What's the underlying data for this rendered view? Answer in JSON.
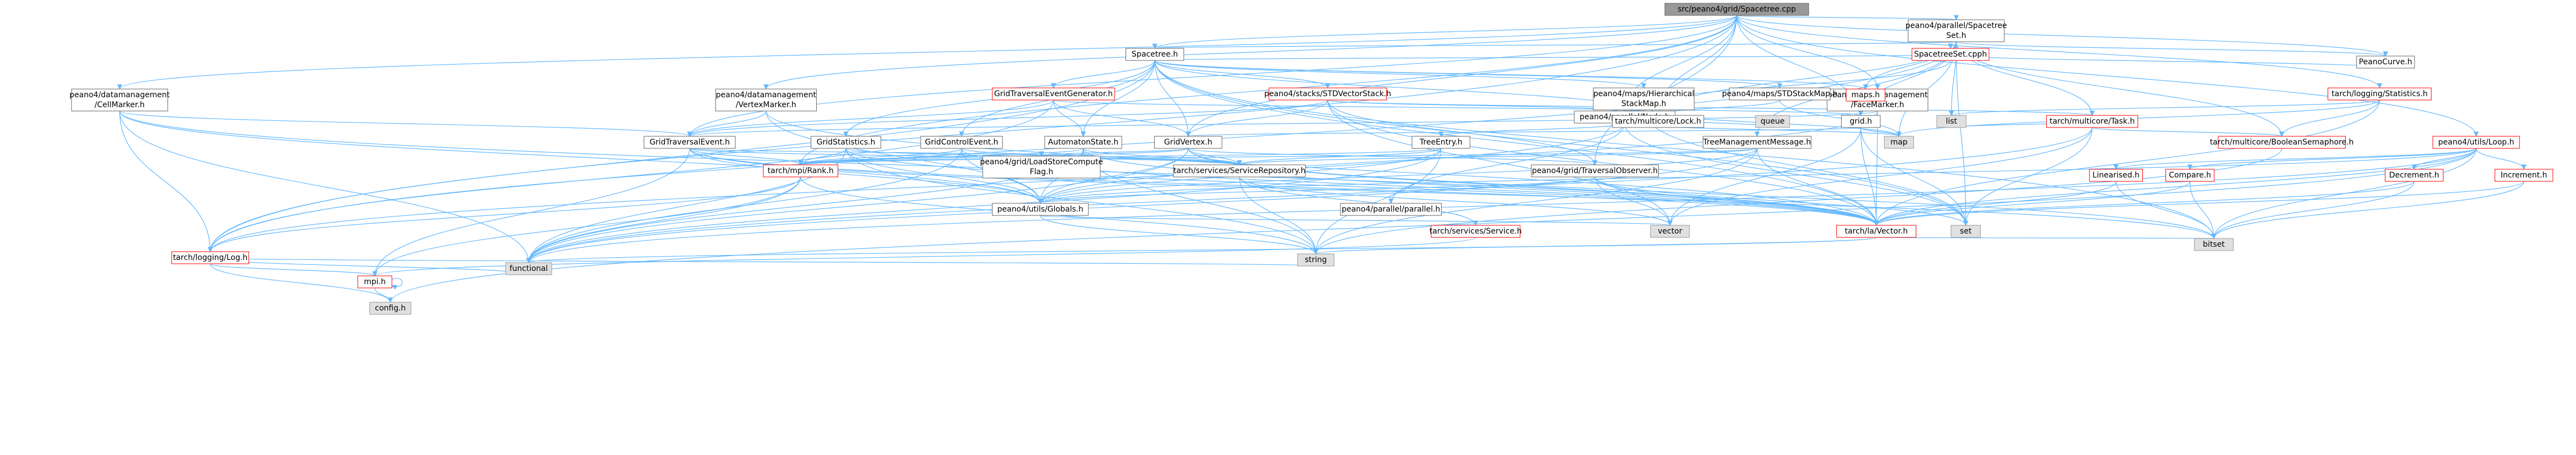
{
  "graph": {
    "root": "src/peano4/grid/Spacetree.cpp",
    "nodes": [
      {
        "id": "root",
        "lines": [
          "src/peano4/grid/Spacetree.cpp"
        ],
        "style": "root"
      },
      {
        "id": "pst_set",
        "lines": [
          "peano4/parallel/Spacetree",
          "Set.h"
        ],
        "style": "white"
      },
      {
        "id": "spacetree_h",
        "lines": [
          "Spacetree.h"
        ],
        "style": "white"
      },
      {
        "id": "stset_cpph",
        "lines": [
          "SpacetreeSet.cpph"
        ],
        "style": "red"
      },
      {
        "id": "peanocurve",
        "lines": [
          "PeanoCurve.h"
        ],
        "style": "white"
      },
      {
        "id": "cellmarker",
        "lines": [
          "peano4/datamanagement",
          "/CellMarker.h"
        ],
        "style": "white"
      },
      {
        "id": "vertexmarker",
        "lines": [
          "peano4/datamanagement",
          "/VertexMarker.h"
        ],
        "style": "white"
      },
      {
        "id": "facemarker",
        "lines": [
          "peano4/datamanagement",
          "/FaceMarker.h"
        ],
        "style": "white"
      },
      {
        "id": "gtegen",
        "lines": [
          "GridTraversalEventGenerator.h"
        ],
        "style": "red"
      },
      {
        "id": "stdvecstack",
        "lines": [
          "peano4/stacks/STDVectorStack.h"
        ],
        "style": "red"
      },
      {
        "id": "hierstack",
        "lines": [
          "peano4/maps/Hierarchical",
          "StackMap.h"
        ],
        "style": "white"
      },
      {
        "id": "stdstackmap",
        "lines": [
          "peano4/maps/STDStackMap.h"
        ],
        "style": "white"
      },
      {
        "id": "tarch_stats",
        "lines": [
          "tarch/logging/Statistics.h"
        ],
        "style": "red"
      },
      {
        "id": "gridstats",
        "lines": [
          "GridStatistics.h"
        ],
        "style": "white"
      },
      {
        "id": "gridctrl",
        "lines": [
          "GridControlEvent.h"
        ],
        "style": "white"
      },
      {
        "id": "automaton",
        "lines": [
          "AutomatonState.h"
        ],
        "style": "white"
      },
      {
        "id": "gridtravevent",
        "lines": [
          "GridTraversalEvent.h"
        ],
        "style": "white"
      },
      {
        "id": "gridvertex",
        "lines": [
          "GridVertex.h"
        ],
        "style": "white"
      },
      {
        "id": "treeentry",
        "lines": [
          "TreeEntry.h"
        ],
        "style": "white"
      },
      {
        "id": "treemgmt",
        "lines": [
          "TreeManagementMessage.h"
        ],
        "style": "white"
      },
      {
        "id": "pnode",
        "lines": [
          "peano4/parallel/Node.h"
        ],
        "style": "white"
      },
      {
        "id": "grid_h",
        "lines": [
          "grid.h"
        ],
        "style": "white"
      },
      {
        "id": "maps_h",
        "lines": [
          "maps.h"
        ],
        "style": "red"
      },
      {
        "id": "tarch_lock",
        "lines": [
          "tarch/multicore/Lock.h"
        ],
        "style": "white"
      },
      {
        "id": "tarch_task",
        "lines": [
          "tarch/multicore/Task.h"
        ],
        "style": "red"
      },
      {
        "id": "boolsem",
        "lines": [
          "tarch/multicore/BooleanSemaphore.h"
        ],
        "style": "red"
      },
      {
        "id": "loop_h",
        "lines": [
          "peano4/utils/Loop.h"
        ],
        "style": "red"
      },
      {
        "id": "rank_h",
        "lines": [
          "tarch/mpi/Rank.h"
        ],
        "style": "red"
      },
      {
        "id": "servrepo",
        "lines": [
          "tarch/services/ServiceRepository.h"
        ],
        "style": "white"
      },
      {
        "id": "loadstore",
        "lines": [
          "peano4/grid/LoadStoreCompute",
          "Flag.h"
        ],
        "style": "white"
      },
      {
        "id": "travobs",
        "lines": [
          "peano4/grid/TraversalObserver.h"
        ],
        "style": "white"
      },
      {
        "id": "globals",
        "lines": [
          "peano4/utils/Globals.h"
        ],
        "style": "white"
      },
      {
        "id": "parallel_h",
        "lines": [
          "peano4/parallel/parallel.h"
        ],
        "style": "white"
      },
      {
        "id": "service_h",
        "lines": [
          "tarch/services/Service.h"
        ],
        "style": "red"
      },
      {
        "id": "linearised",
        "lines": [
          "Linearised.h"
        ],
        "style": "red"
      },
      {
        "id": "compare_h",
        "lines": [
          "Compare.h"
        ],
        "style": "red"
      },
      {
        "id": "decrement",
        "lines": [
          "Decrement.h"
        ],
        "style": "red"
      },
      {
        "id": "increment",
        "lines": [
          "Increment.h"
        ],
        "style": "red"
      },
      {
        "id": "tarch_vector",
        "lines": [
          "tarch/la/Vector.h"
        ],
        "style": "red"
      },
      {
        "id": "tarch_log",
        "lines": [
          "tarch/logging/Log.h"
        ],
        "style": "red"
      },
      {
        "id": "mpi_h",
        "lines": [
          "mpi.h"
        ],
        "style": "red"
      },
      {
        "id": "config_h",
        "lines": [
          "config.h"
        ],
        "style": "grey"
      },
      {
        "id": "functional",
        "lines": [
          "functional"
        ],
        "style": "grey"
      },
      {
        "id": "string",
        "lines": [
          "string"
        ],
        "style": "grey"
      },
      {
        "id": "vector",
        "lines": [
          "vector"
        ],
        "style": "grey"
      },
      {
        "id": "set",
        "lines": [
          "set"
        ],
        "style": "grey"
      },
      {
        "id": "list",
        "lines": [
          "list"
        ],
        "style": "grey"
      },
      {
        "id": "map",
        "lines": [
          "map"
        ],
        "style": "grey"
      },
      {
        "id": "queue",
        "lines": [
          "queue"
        ],
        "style": "grey"
      },
      {
        "id": "bitset",
        "lines": [
          "bitset"
        ],
        "style": "grey"
      }
    ],
    "edges": [
      [
        "root",
        "pst_set"
      ],
      [
        "root",
        "spacetree_h"
      ],
      [
        "root",
        "peanocurve"
      ],
      [
        "root",
        "cellmarker"
      ],
      [
        "root",
        "vertexmarker"
      ],
      [
        "root",
        "facemarker"
      ],
      [
        "root",
        "gridtravevent"
      ],
      [
        "root",
        "gridvertex"
      ],
      [
        "root",
        "rank_h"
      ],
      [
        "root",
        "tarch_stats"
      ],
      [
        "root",
        "loop_h"
      ],
      [
        "root",
        "tarch_log"
      ],
      [
        "root",
        "pnode"
      ],
      [
        "root",
        "travobs"
      ],
      [
        "root",
        "grid_h"
      ],
      [
        "root",
        "tarch_lock"
      ],
      [
        "pst_set",
        "spacetree_h"
      ],
      [
        "pst_set",
        "stset_cpph"
      ],
      [
        "pst_set",
        "maps_h"
      ],
      [
        "pst_set",
        "grid_h"
      ],
      [
        "pst_set",
        "tarch_task"
      ],
      [
        "pst_set",
        "boolsem"
      ],
      [
        "pst_set",
        "treemgmt"
      ],
      [
        "pst_set",
        "list"
      ],
      [
        "pst_set",
        "map"
      ],
      [
        "pst_set",
        "set"
      ],
      [
        "pst_set",
        "tarch_log"
      ],
      [
        "pst_set",
        "peanocurve"
      ],
      [
        "pst_set",
        "tarch_lock"
      ],
      [
        "stset_cpph",
        "spacetree_h"
      ],
      [
        "stset_cpph",
        "pnode"
      ],
      [
        "stset_cpph",
        "peanocurve"
      ],
      [
        "spacetree_h",
        "gtegen"
      ],
      [
        "spacetree_h",
        "stdvecstack"
      ],
      [
        "spacetree_h",
        "hierstack"
      ],
      [
        "spacetree_h",
        "stdstackmap"
      ],
      [
        "spacetree_h",
        "gridstats"
      ],
      [
        "spacetree_h",
        "gridctrl"
      ],
      [
        "spacetree_h",
        "automaton"
      ],
      [
        "spacetree_h",
        "gridvertex"
      ],
      [
        "spacetree_h",
        "maps_h"
      ],
      [
        "spacetree_h",
        "tarch_log"
      ],
      [
        "spacetree_h",
        "tarch_vector"
      ],
      [
        "spacetree_h",
        "bitset"
      ],
      [
        "spacetree_h",
        "set"
      ],
      [
        "spacetree_h",
        "tarch_lock"
      ],
      [
        "gtegen",
        "gridtravevent"
      ],
      [
        "gtegen",
        "gridvertex"
      ],
      [
        "gtegen",
        "automaton"
      ],
      [
        "gtegen",
        "tarch_log"
      ],
      [
        "gtegen",
        "grid_h"
      ],
      [
        "stdvecstack",
        "gridvertex"
      ],
      [
        "stdvecstack",
        "tarch_task"
      ],
      [
        "stdvecstack",
        "pnode"
      ],
      [
        "stdvecstack",
        "gridtravevent"
      ],
      [
        "stdvecstack",
        "travobs"
      ],
      [
        "stdvecstack",
        "tarch_vector"
      ],
      [
        "stdvecstack",
        "vector"
      ],
      [
        "hierstack",
        "pnode"
      ],
      [
        "hierstack",
        "tarch_lock"
      ],
      [
        "hierstack",
        "map"
      ],
      [
        "hierstack",
        "set"
      ],
      [
        "stdstackmap",
        "maps_h"
      ],
      [
        "stdstackmap",
        "map"
      ],
      [
        "stdstackmap",
        "tarch_lock"
      ],
      [
        "cellmarker",
        "gridtravevent"
      ],
      [
        "cellmarker",
        "tarch_log"
      ],
      [
        "cellmarker",
        "tarch_vector"
      ],
      [
        "cellmarker",
        "globals"
      ],
      [
        "cellmarker",
        "functional"
      ],
      [
        "vertexmarker",
        "gridtravevent"
      ],
      [
        "vertexmarker",
        "tarch_vector"
      ],
      [
        "vertexmarker",
        "globals"
      ],
      [
        "facemarker",
        "gridtravevent"
      ],
      [
        "facemarker",
        "tarch_vector"
      ],
      [
        "facemarker",
        "globals"
      ],
      [
        "tarch_stats",
        "boolsem"
      ],
      [
        "tarch_stats",
        "map"
      ],
      [
        "tarch_stats",
        "list"
      ],
      [
        "tarch_stats",
        "tarch_vector"
      ],
      [
        "gridstats",
        "rank_h"
      ],
      [
        "gridstats",
        "servrepo"
      ],
      [
        "gridstats",
        "tarch_vector"
      ],
      [
        "gridstats",
        "globals"
      ],
      [
        "gridstats",
        "functional"
      ],
      [
        "gridstats",
        "string"
      ],
      [
        "gridctrl",
        "rank_h"
      ],
      [
        "gridctrl",
        "servrepo"
      ],
      [
        "gridctrl",
        "tarch_vector"
      ],
      [
        "gridctrl",
        "globals"
      ],
      [
        "gridctrl",
        "functional"
      ],
      [
        "automaton",
        "rank_h"
      ],
      [
        "automaton",
        "servrepo"
      ],
      [
        "automaton",
        "tarch_vector"
      ],
      [
        "automaton",
        "globals"
      ],
      [
        "automaton",
        "functional"
      ],
      [
        "automaton",
        "string"
      ],
      [
        "gridtravevent",
        "rank_h"
      ],
      [
        "gridtravevent",
        "servrepo"
      ],
      [
        "gridtravevent",
        "tarch_vector"
      ],
      [
        "gridtravevent",
        "globals"
      ],
      [
        "gridtravevent",
        "loadstore"
      ],
      [
        "gridtravevent",
        "bitset"
      ],
      [
        "gridtravevent",
        "mpi_h"
      ],
      [
        "gridvertex",
        "rank_h"
      ],
      [
        "gridvertex",
        "servrepo"
      ],
      [
        "gridvertex",
        "tarch_vector"
      ],
      [
        "gridvertex",
        "globals"
      ],
      [
        "gridvertex",
        "loadstore"
      ],
      [
        "gridvertex",
        "travobs"
      ],
      [
        "gridvertex",
        "bitset"
      ],
      [
        "gridvertex",
        "functional"
      ],
      [
        "treeentry",
        "rank_h"
      ],
      [
        "treeentry",
        "servrepo"
      ],
      [
        "treeentry",
        "globals"
      ],
      [
        "treeentry",
        "string"
      ],
      [
        "treeentry",
        "functional"
      ],
      [
        "treemgmt",
        "rank_h"
      ],
      [
        "treemgmt",
        "servrepo"
      ],
      [
        "treemgmt",
        "globals"
      ],
      [
        "treemgmt",
        "string"
      ],
      [
        "treemgmt",
        "functional"
      ],
      [
        "treemgmt",
        "tarch_vector"
      ],
      [
        "pnode",
        "treeentry"
      ],
      [
        "pnode",
        "tarch_log"
      ],
      [
        "pnode",
        "map"
      ],
      [
        "pnode",
        "queue"
      ],
      [
        "pnode",
        "set"
      ],
      [
        "pnode",
        "parallel_h"
      ],
      [
        "grid_h",
        "gridvertex"
      ],
      [
        "grid_h",
        "tarch_vector"
      ],
      [
        "grid_h",
        "vector"
      ],
      [
        "grid_h",
        "map"
      ],
      [
        "grid_h",
        "set"
      ],
      [
        "tarch_task",
        "boolsem"
      ],
      [
        "tarch_task",
        "list"
      ],
      [
        "tarch_task",
        "set"
      ],
      [
        "tarch_task",
        "vector"
      ],
      [
        "tarch_task",
        "functional"
      ],
      [
        "boolsem",
        "string"
      ],
      [
        "loop_h",
        "linearised"
      ],
      [
        "loop_h",
        "compare_h"
      ],
      [
        "loop_h",
        "decrement"
      ],
      [
        "loop_h",
        "increment"
      ],
      [
        "loop_h",
        "tarch_vector"
      ],
      [
        "loop_h",
        "globals"
      ],
      [
        "loop_h",
        "bitset"
      ],
      [
        "loop_h",
        "functional"
      ],
      [
        "loop_h",
        "config_h"
      ],
      [
        "linearised",
        "tarch_vector"
      ],
      [
        "linearised",
        "bitset"
      ],
      [
        "compare_h",
        "tarch_vector"
      ],
      [
        "compare_h",
        "bitset"
      ],
      [
        "decrement",
        "tarch_vector"
      ],
      [
        "decrement",
        "bitset"
      ],
      [
        "increment",
        "tarch_vector"
      ],
      [
        "increment",
        "bitset"
      ],
      [
        "rank_h",
        "mpi_h"
      ],
      [
        "rank_h",
        "functional"
      ],
      [
        "rank_h",
        "tarch_log"
      ],
      [
        "rank_h",
        "string"
      ],
      [
        "servrepo",
        "service_h"
      ],
      [
        "servrepo",
        "string"
      ],
      [
        "servrepo",
        "vector"
      ],
      [
        "service_h",
        "mpi_h"
      ],
      [
        "travobs",
        "tarch_vector"
      ],
      [
        "travobs",
        "vector"
      ],
      [
        "travobs",
        "globals"
      ],
      [
        "travobs",
        "set"
      ],
      [
        "globals",
        "string"
      ],
      [
        "globals",
        "vector"
      ],
      [
        "tarch_vector",
        "string"
      ],
      [
        "tarch_vector",
        "bitset"
      ],
      [
        "tarch_vector",
        "functional"
      ],
      [
        "tarch_log",
        "mpi_h"
      ],
      [
        "tarch_log",
        "config_h"
      ],
      [
        "tarch_log",
        "functional"
      ],
      [
        "tarch_log",
        "string"
      ],
      [
        "mpi_h",
        "config_h"
      ],
      [
        "mpi_h",
        "mpi_h"
      ]
    ]
  }
}
